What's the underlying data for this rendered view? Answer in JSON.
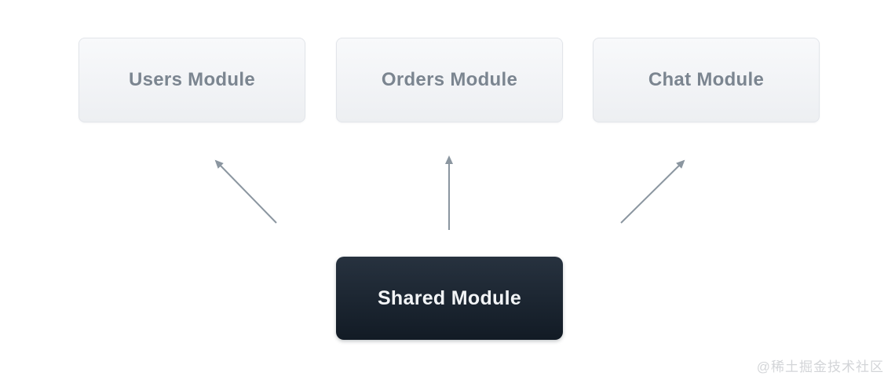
{
  "diagram": {
    "modules": [
      {
        "id": "users",
        "label": "Users Module"
      },
      {
        "id": "orders",
        "label": "Orders Module"
      },
      {
        "id": "chat",
        "label": "Chat Module"
      }
    ],
    "shared": {
      "label": "Shared Module"
    },
    "arrows": [
      {
        "from": "shared",
        "to": "users"
      },
      {
        "from": "shared",
        "to": "orders"
      },
      {
        "from": "shared",
        "to": "chat"
      }
    ],
    "colors": {
      "module_bg_top": "#f8f9fb",
      "module_bg_bottom": "#edeff2",
      "module_border": "#e2e5ea",
      "module_text": "#7b8590",
      "shared_bg_top": "#27323f",
      "shared_bg_bottom": "#121b25",
      "shared_text": "#f2f4f6",
      "arrow": "#8b96a0",
      "watermark": "#d3d5d8"
    }
  },
  "watermark": {
    "text": "@稀土掘金技术社区"
  }
}
